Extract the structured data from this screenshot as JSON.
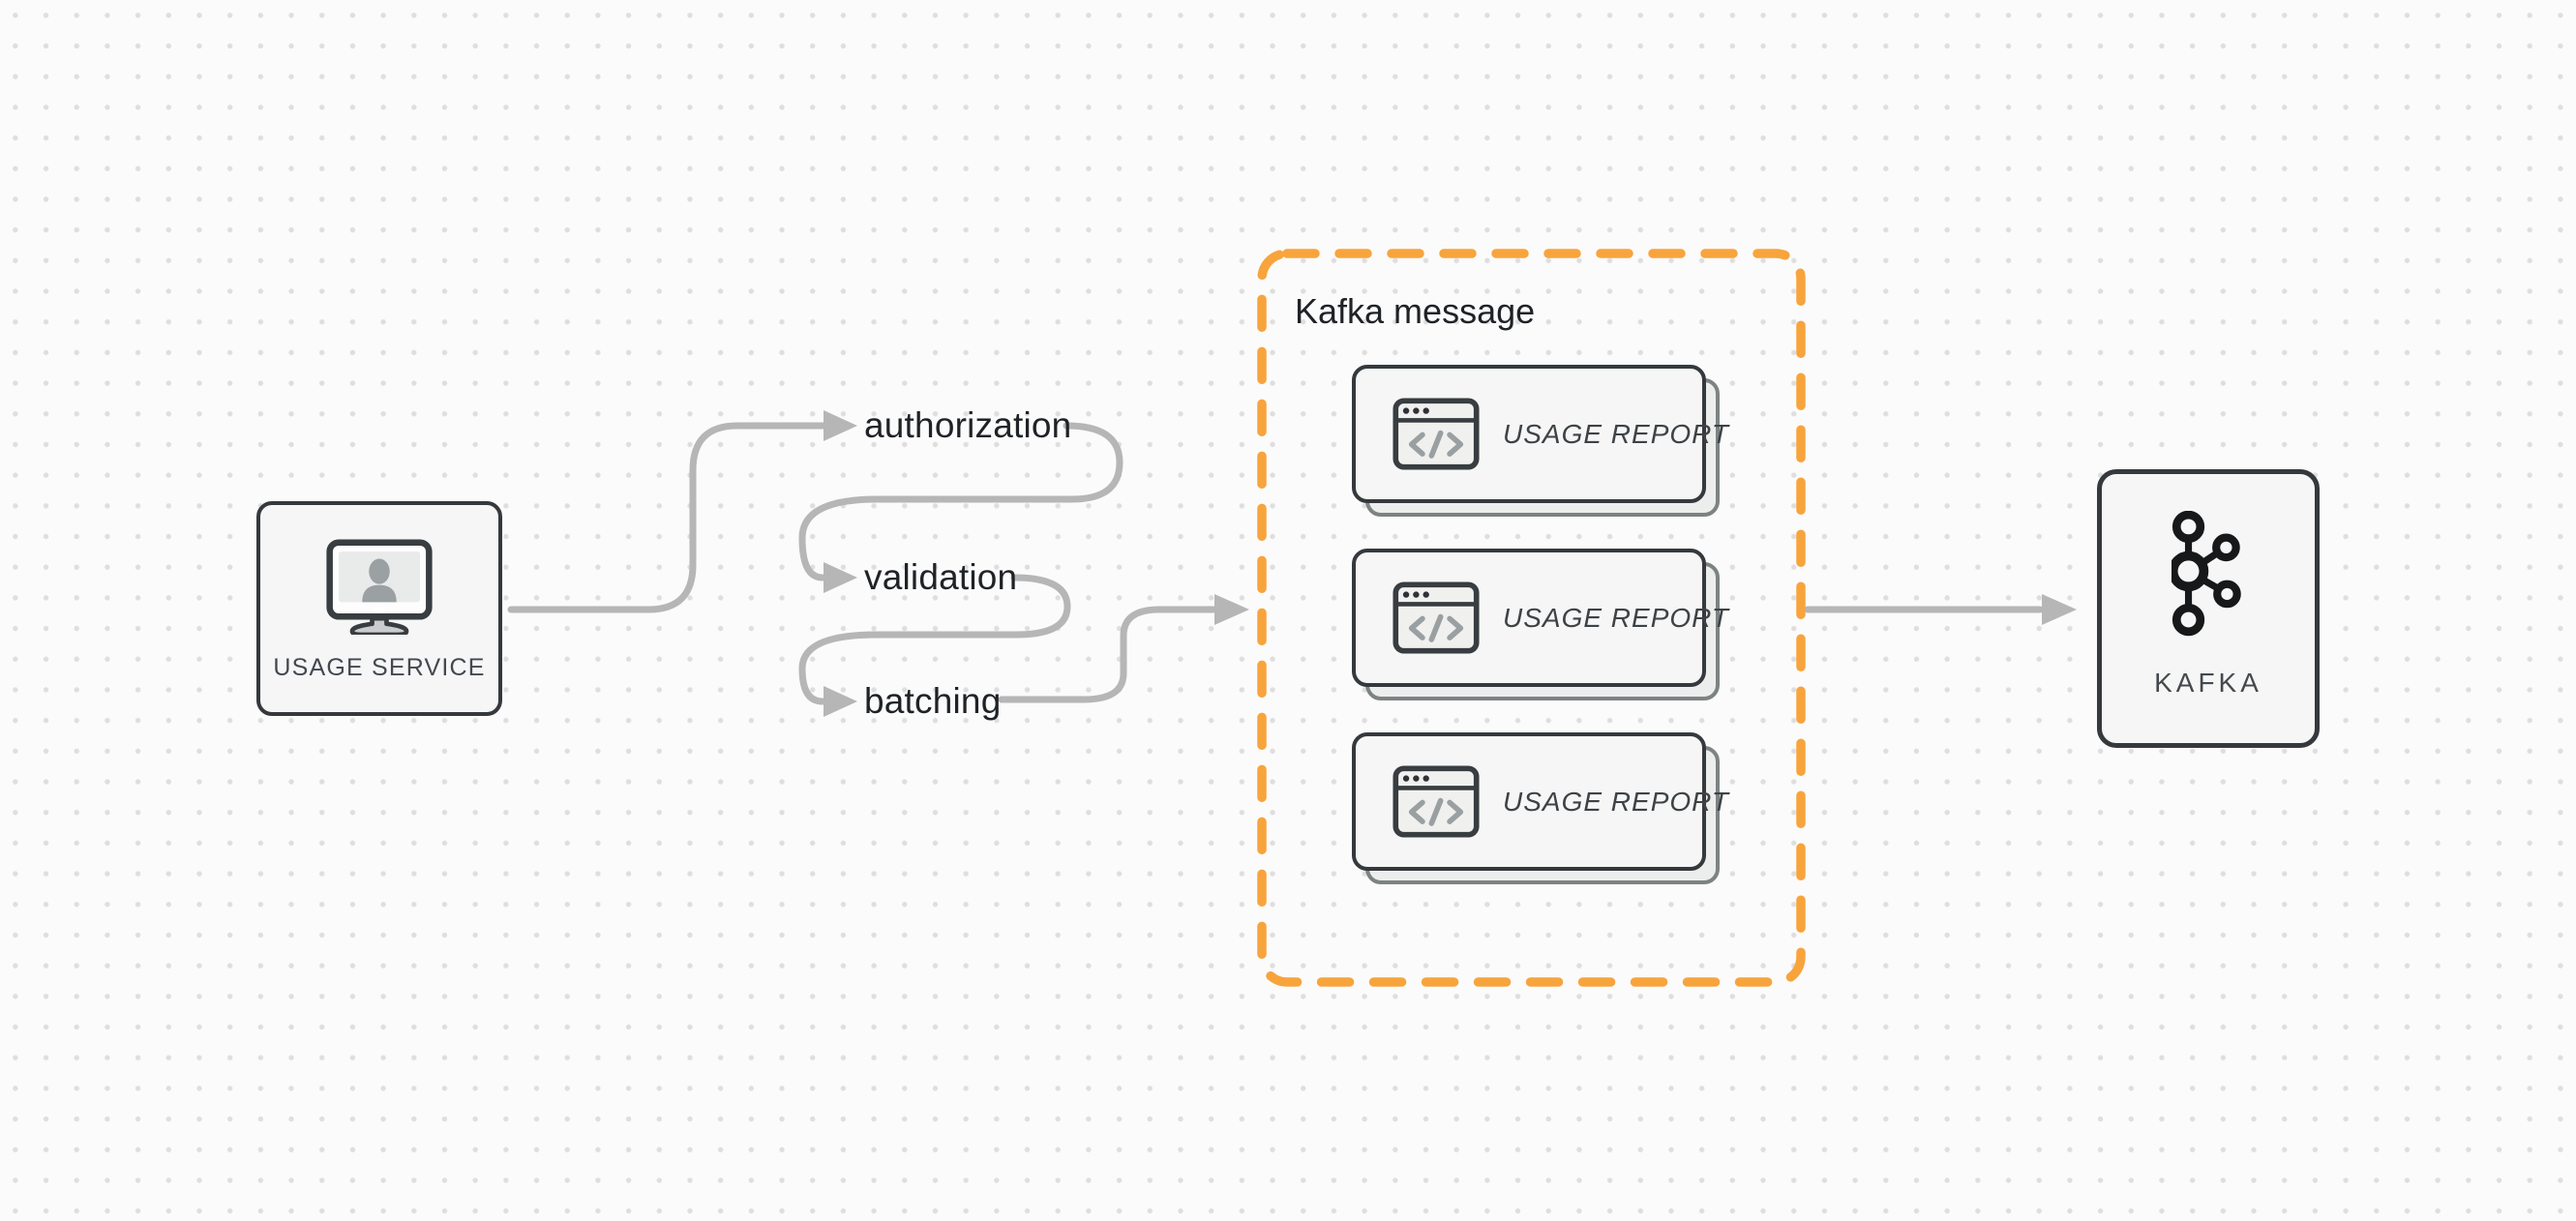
{
  "diagram": {
    "source_node": {
      "label": "USAGE SERVICE",
      "icon": "monitor-user-icon"
    },
    "pipeline_steps": [
      {
        "label": "authorization"
      },
      {
        "label": "validation"
      },
      {
        "label": "batching"
      }
    ],
    "kafka_message_group": {
      "title": "Kafka message",
      "cards": [
        {
          "label": "USAGE REPORT",
          "icon": "code-window-icon"
        },
        {
          "label": "USAGE REPORT",
          "icon": "code-window-icon"
        },
        {
          "label": "USAGE REPORT",
          "icon": "code-window-icon"
        }
      ]
    },
    "sink_node": {
      "label": "KAFKA",
      "icon": "kafka-logo-icon"
    }
  },
  "colors": {
    "canvas_bg": "#fbfbfb",
    "dot_grid": "#dedede",
    "node_border": "#35393d",
    "node_fill": "#f5f6f5",
    "connector_gray": "#b5b6b5",
    "accent_orange": "#f8a43d",
    "label_text": "#1f2226",
    "node_label_text": "#434850",
    "kafka_label_text": "#45494d",
    "report_text": "#3e4246",
    "card_back_border": "#7d8383",
    "card_back_fill": "#eceeed"
  }
}
